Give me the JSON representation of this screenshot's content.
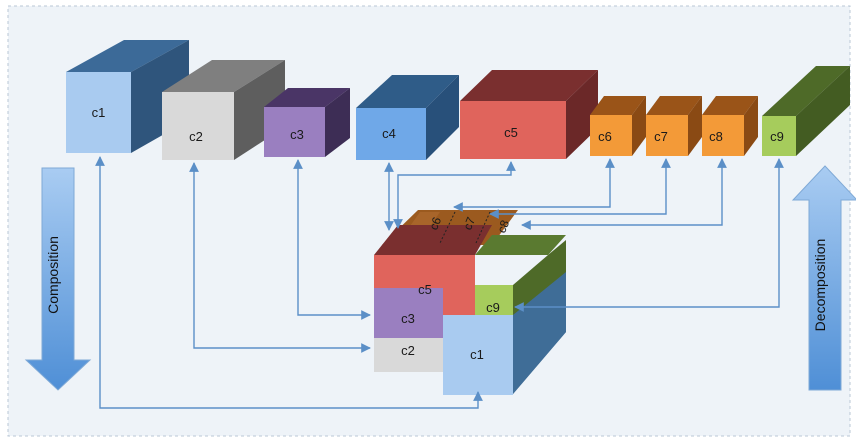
{
  "blocks": {
    "c1": "c1",
    "c2": "c2",
    "c3": "c3",
    "c4": "c4",
    "c5": "c5",
    "c6": "c6",
    "c7": "c7",
    "c8": "c8",
    "c9": "c9"
  },
  "assembled": {
    "c1": "c1",
    "c2": "c2",
    "c3": "c3",
    "c5": "c5",
    "c6": "c6",
    "c7": "c7",
    "c8": "c8",
    "c9": "c9"
  },
  "composition_label": "Composition",
  "decomposition_label": "Decomposition",
  "colors": {
    "background": "#eef3f8",
    "c1": "#a9cbf0",
    "c2": "#d7d7d7",
    "c3": "#9a7fc0",
    "c4": "#6fa8e8",
    "c5": "#e0645c",
    "c6": "#f39a38",
    "c7": "#f39a38",
    "c8": "#f39a38",
    "c9": "#a6cc5c",
    "connector": "#5b8fc7",
    "big_arrow": "#5b97d8"
  }
}
